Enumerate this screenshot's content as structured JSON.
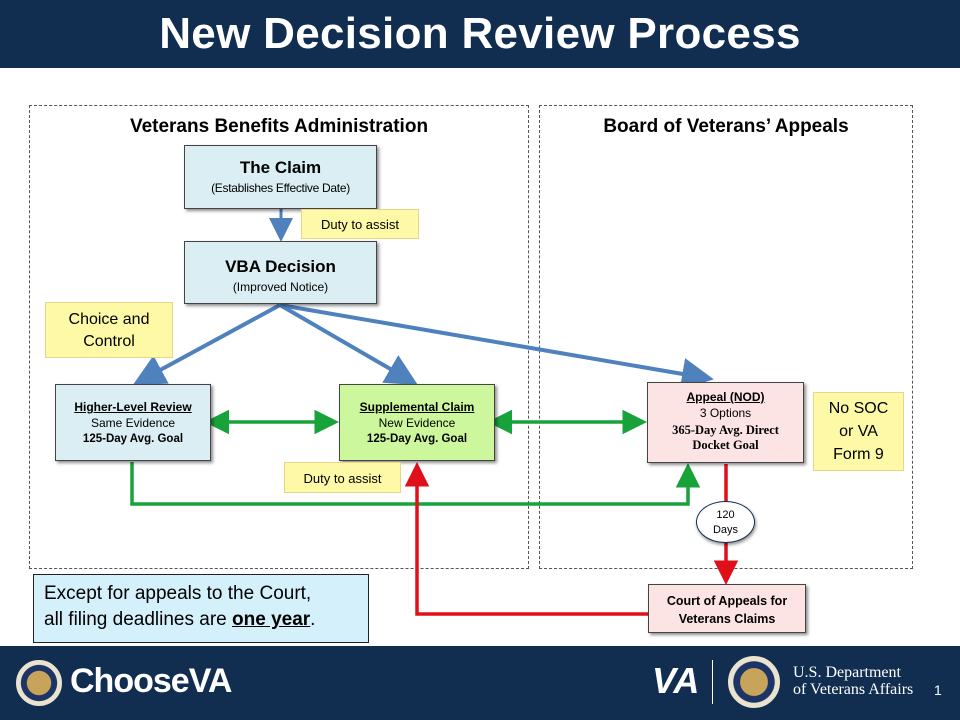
{
  "title": "New Decision Review Process",
  "vba_panel": {
    "title": "Veterans Benefits Administration"
  },
  "bva_panel": {
    "title": "Board of Veterans’ Appeals"
  },
  "claim": {
    "title": "The Claim",
    "subtitle": "(Establishes Effective Date)"
  },
  "duty1": "Duty to assist",
  "vba_decision": {
    "title": "VBA Decision",
    "subtitle": "(Improved Notice)"
  },
  "choice": {
    "line1": "Choice and",
    "line2": "Control"
  },
  "hlr": {
    "title": "Higher-Level Review",
    "sub": "Same Evidence",
    "goal": "125-Day Avg. Goal"
  },
  "supplemental": {
    "title": "Supplemental Claim",
    "sub": "New Evidence",
    "goal": "125-Day Avg. Goal"
  },
  "appeal": {
    "title": "Appeal (NOD)",
    "sub": "3 Options",
    "goal1": "365-Day Avg. Direct",
    "goal2": "Docket Goal"
  },
  "nosoc": {
    "line1": "No SOC",
    "line2": "or VA",
    "line3": "Form 9"
  },
  "duty2": "Duty to assist",
  "days": {
    "num": "120",
    "label": "Days"
  },
  "court": {
    "line1": "Court of Appeals for",
    "line2": "Veterans Claims"
  },
  "deadline": {
    "line1": "Except for appeals to the Court,",
    "line2_pre": "all filing deadlines are ",
    "line2_bold": "one year",
    "line2_post": "."
  },
  "footer": {
    "choose": "Choose",
    "va_mark": "VA",
    "va": "VA",
    "dept1": "U.S. Department",
    "dept2": "of Veterans Affairs",
    "page": "1"
  },
  "colors": {
    "navy": "#112e51",
    "arrow_blue": "#4f81bd",
    "arrow_green": "#17a23a",
    "arrow_red": "#e0101a"
  }
}
